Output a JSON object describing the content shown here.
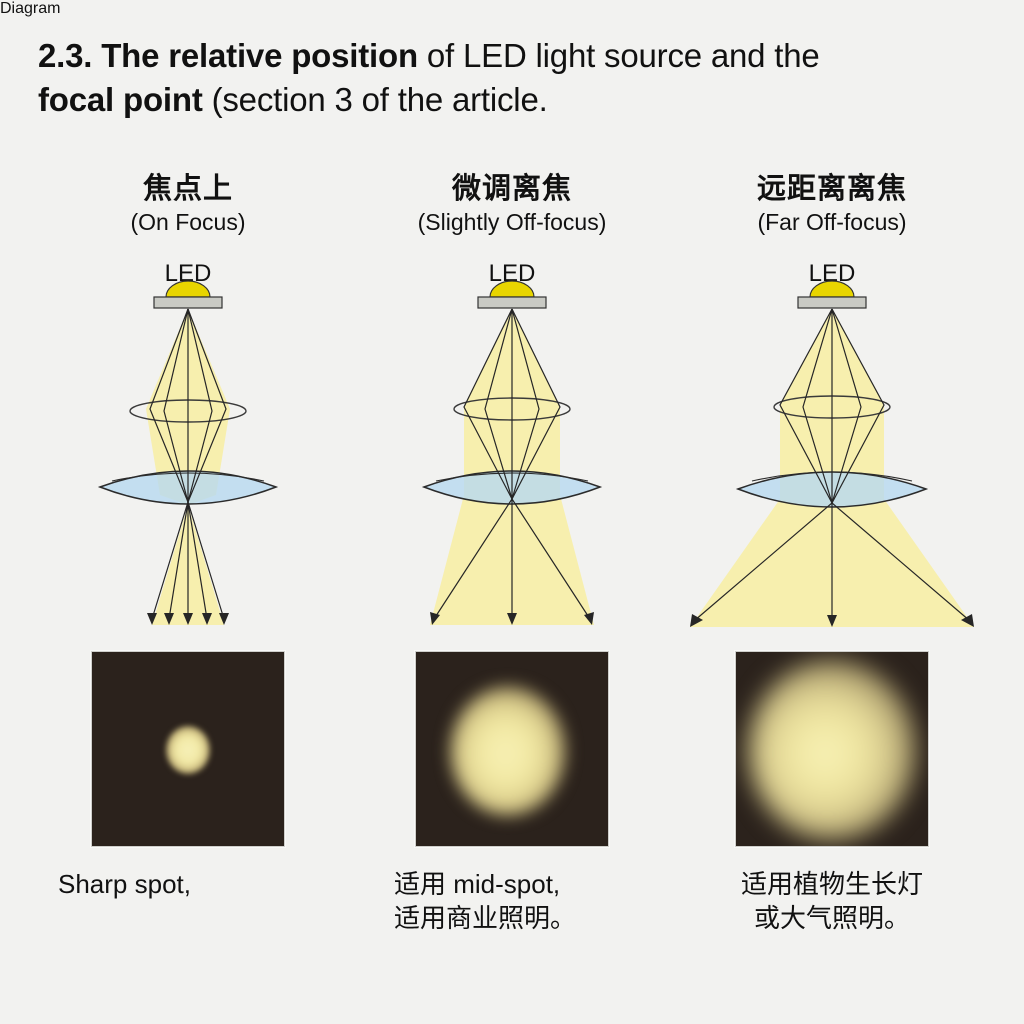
{
  "page": {
    "background_color": "#f2f2f0",
    "title_line1_bold": "2.3. The relative position",
    "title_line1_rest": " of LED light source and the",
    "title_line2_bold": "focal point",
    "title_line2_rest": " (section 3 of the article."
  },
  "columns": [
    {
      "id": "on-focus",
      "head_cn": "焦点上",
      "head_en": "(On Focus)",
      "led_label": "LED",
      "caption_lines": [
        "Sharp spot,"
      ],
      "beam": {
        "spot_size": "small",
        "spot_sharpness": "sharp",
        "panel_color": "#2b221c",
        "spot_color": "#f2e9a6"
      }
    },
    {
      "id": "slightly-off-focus",
      "head_cn": "微调离焦",
      "head_en": "(Slightly Off-focus)",
      "led_label": "LED",
      "caption_lines": [
        "适用 mid-spot,",
        "适用商业照明。"
      ],
      "beam": {
        "spot_size": "medium",
        "spot_sharpness": "soft",
        "panel_color": "#2b221c",
        "spot_color": "#f2e9a4"
      }
    },
    {
      "id": "far-off-focus",
      "head_cn": "远距离离焦",
      "head_en": "(Far Off-focus)",
      "led_label": "LED",
      "caption_lines": [
        "适用植物生长灯",
        "或大气照明。"
      ],
      "beam": {
        "spot_size": "large",
        "spot_sharpness": "very-soft",
        "panel_color": "#2b221c",
        "spot_color": "#f1e8a4"
      }
    }
  ],
  "optics": {
    "led_dome_color": "#e8d500",
    "led_base_color": "#c9cac4",
    "lens_color": "#b8d9ef",
    "beam_color": "#f7efae",
    "ray_color": "#262626"
  }
}
